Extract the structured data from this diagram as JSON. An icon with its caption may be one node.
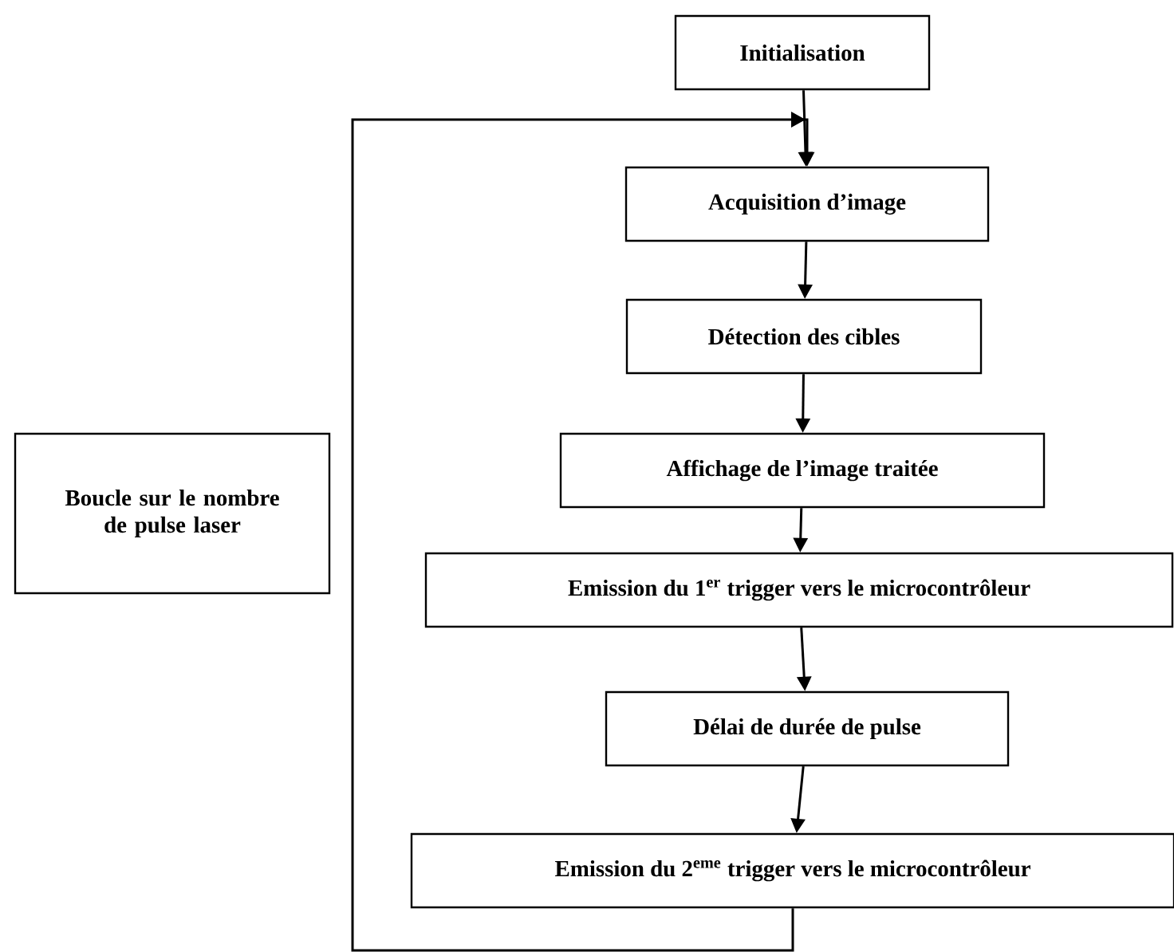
{
  "diagram": {
    "nodes": [
      {
        "text": [
          "Initialisation"
        ]
      },
      {
        "text": [
          "Acquisition d’image"
        ]
      },
      {
        "text": [
          "Détection des cibles"
        ]
      },
      {
        "text": [
          "Affichage de l’image traitée"
        ]
      },
      {
        "text": [
          "Emission du 1$^{er}$ trigger vers le microcontrôleur"
        ]
      },
      {
        "text": [
          "Délai de durée de pulse"
        ]
      },
      {
        "text": [
          "Emission du 2$^{eme}$ trigger vers le microcontrôleur"
        ]
      },
      {
        "text": [
          "Boucle sur le nombre de pulse laser"
        ]
      }
    ],
    "edges": [
      {
        "from": 0,
        "to": 1,
        "arrow": "to"
      },
      {
        "from": 1,
        "to": 2,
        "arrow": "to"
      },
      {
        "from": 2,
        "to": 3,
        "arrow": "to"
      },
      {
        "from": 3,
        "to": 4,
        "arrow": "to"
      },
      {
        "from": 4,
        "to": 5,
        "arrow": "to"
      },
      {
        "from": 5,
        "to": 6,
        "arrow": "to"
      },
      {
        "from": 6,
        "to": 1,
        "arrow": "to"
      }
    ]
  }
}
